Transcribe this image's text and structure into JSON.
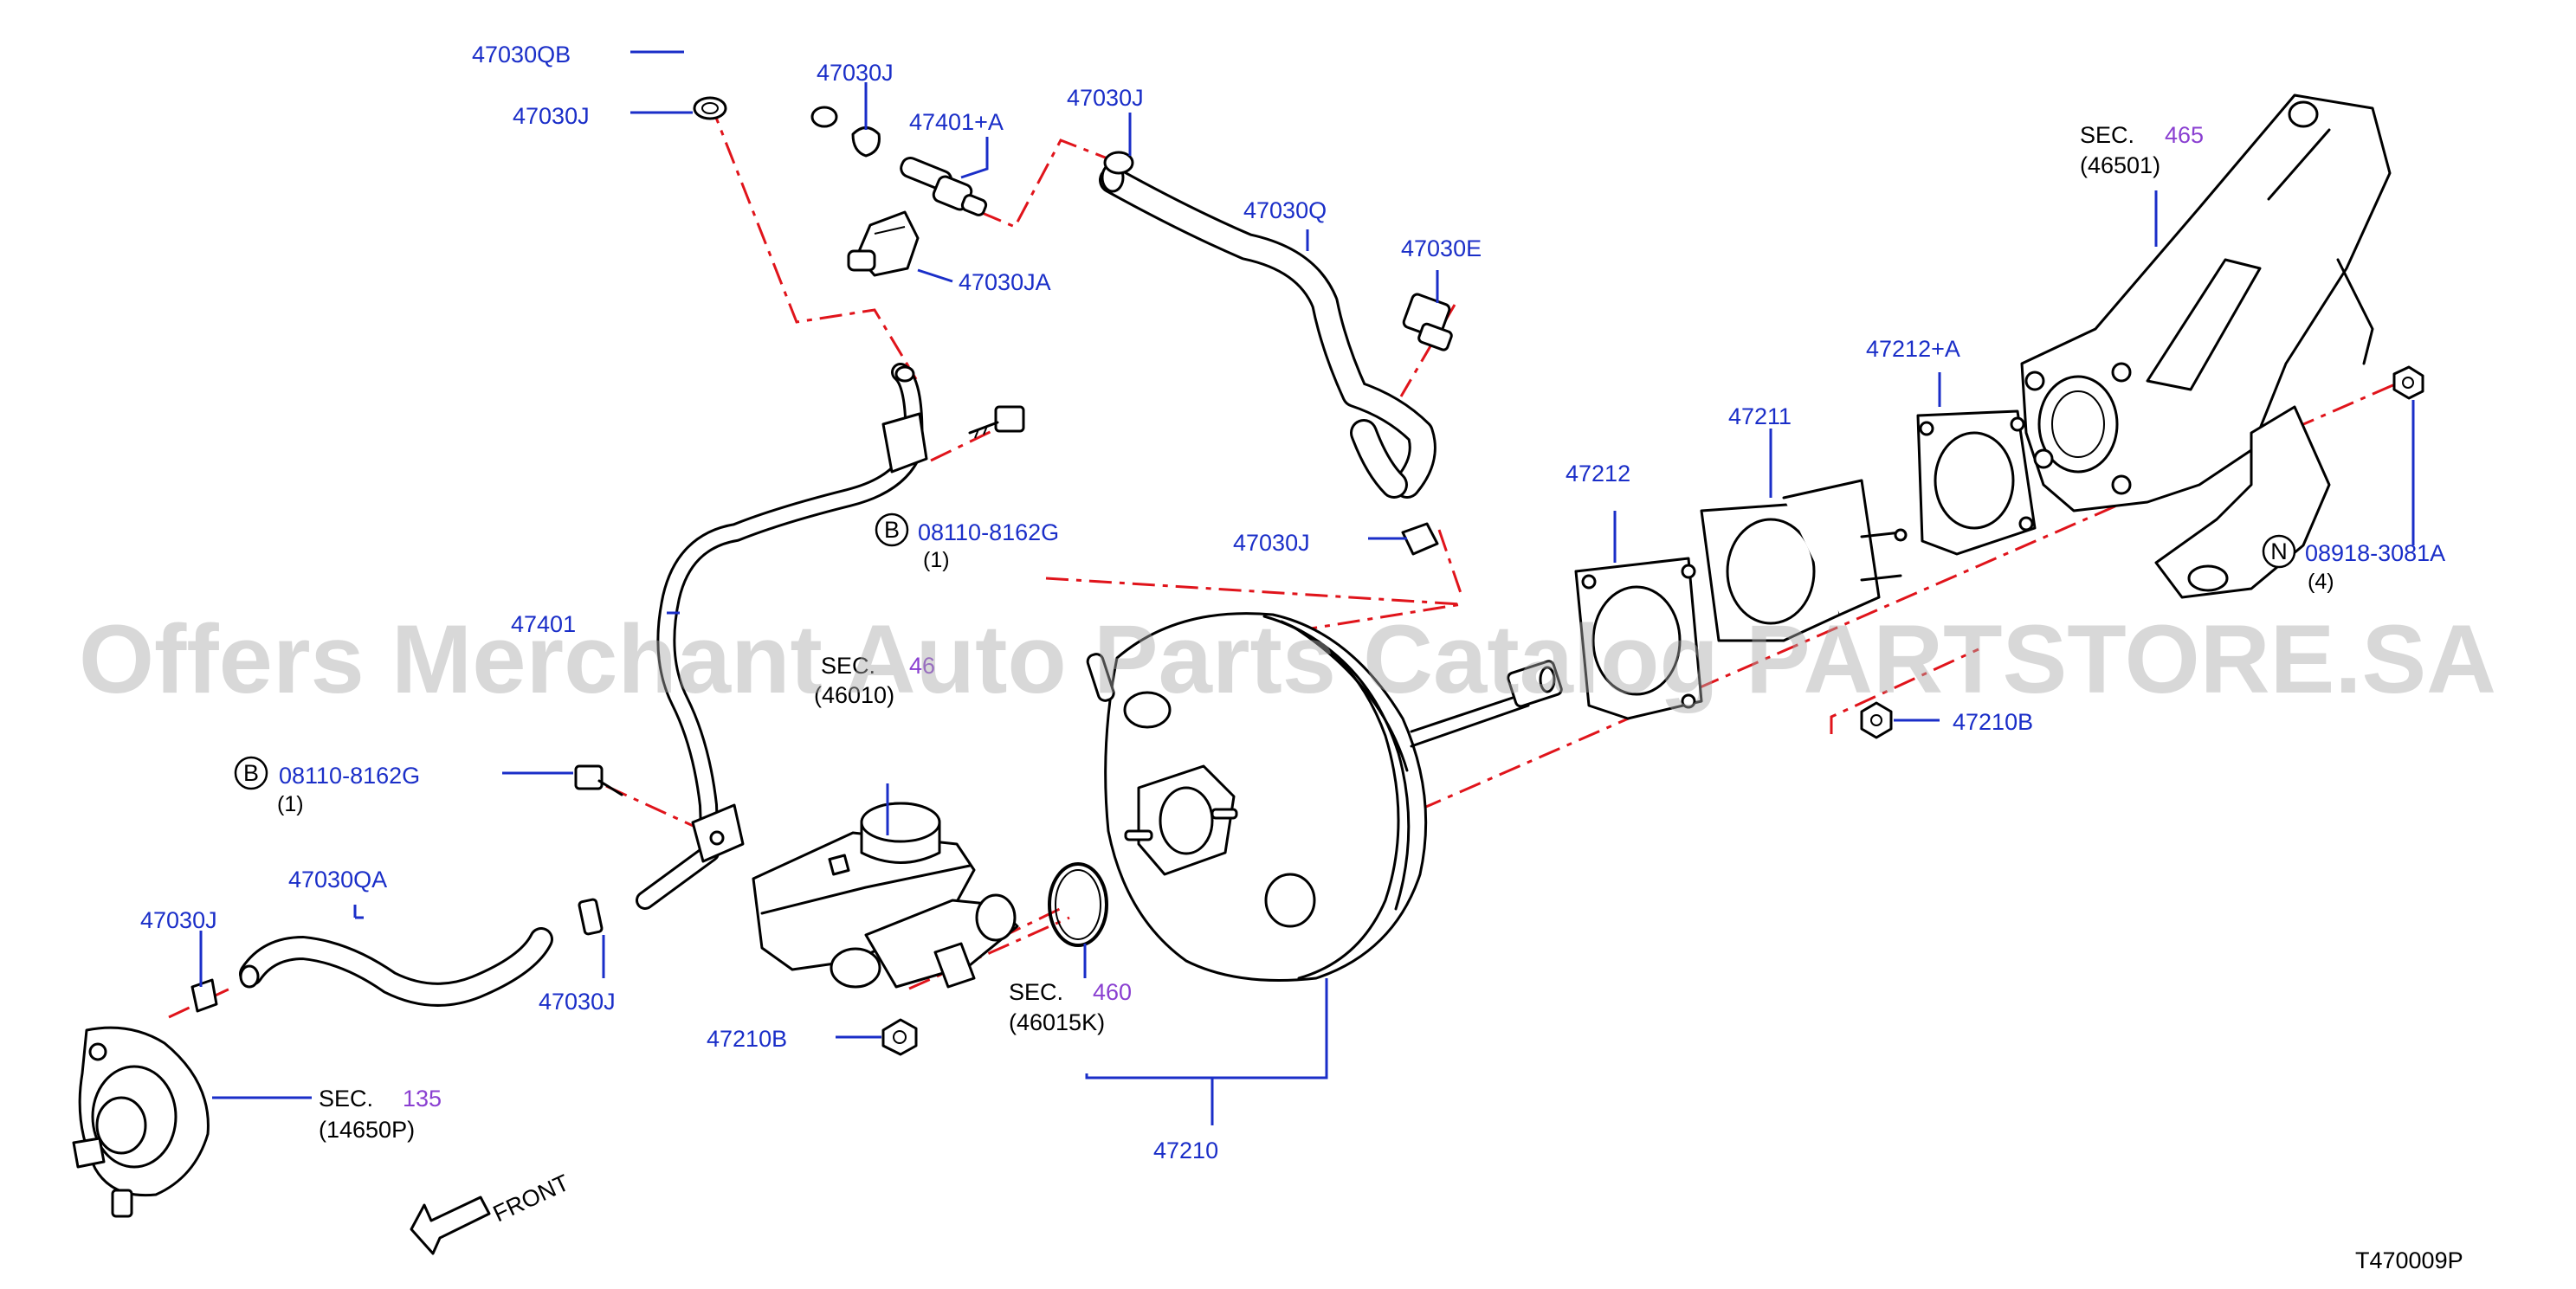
{
  "diagram": {
    "labels": {
      "p47030QB": "47030QB",
      "p47030J_a": "47030J",
      "p47030J_b": "47030J",
      "p47401A": "47401+A",
      "p47030J_c": "47030J",
      "p47030JA": "47030JA",
      "p47030Q": "47030Q",
      "p47030E": "47030E",
      "p47030J_d": "47030J",
      "p08110_a": "08110-8162G",
      "p08110_b": "08110-8162G",
      "p47401": "47401",
      "p47030QA": "47030QA",
      "p47030J_e": "47030J",
      "p47030J_f": "47030J",
      "p47210B_a": "47210B",
      "p47210B_b": "47210B",
      "p47210": "47210",
      "p47212": "47212",
      "p47211": "47211",
      "p47212A": "47212+A",
      "p08918": "08918-3081A"
    },
    "quantities": {
      "q08110_a": "(1)",
      "q08110_b": "(1)",
      "q08918": "(4)"
    },
    "callout_letters": {
      "b1": "B",
      "b2": "B",
      "n1": "N"
    },
    "sections": {
      "sec_word": "SEC.",
      "sec465_num": "465",
      "sec465_ref": "(46501)",
      "sec460_num": "460",
      "sec460_ref": "(46015K)",
      "sec135_num": "135",
      "sec135_ref": "(14650P)",
      "sec_mc_num": "46",
      "sec_mc_ref": "(46010)"
    },
    "front_label": "FRONT",
    "figure_code": "T470009P",
    "watermark": "Offers Merchant Auto Parts Catalog PARTSTORE.SA",
    "colors": {
      "part_number": "#1a2ec8",
      "section_number": "#8a3fd1",
      "phantom_line": "#e0141b",
      "outline": "#000000"
    }
  }
}
